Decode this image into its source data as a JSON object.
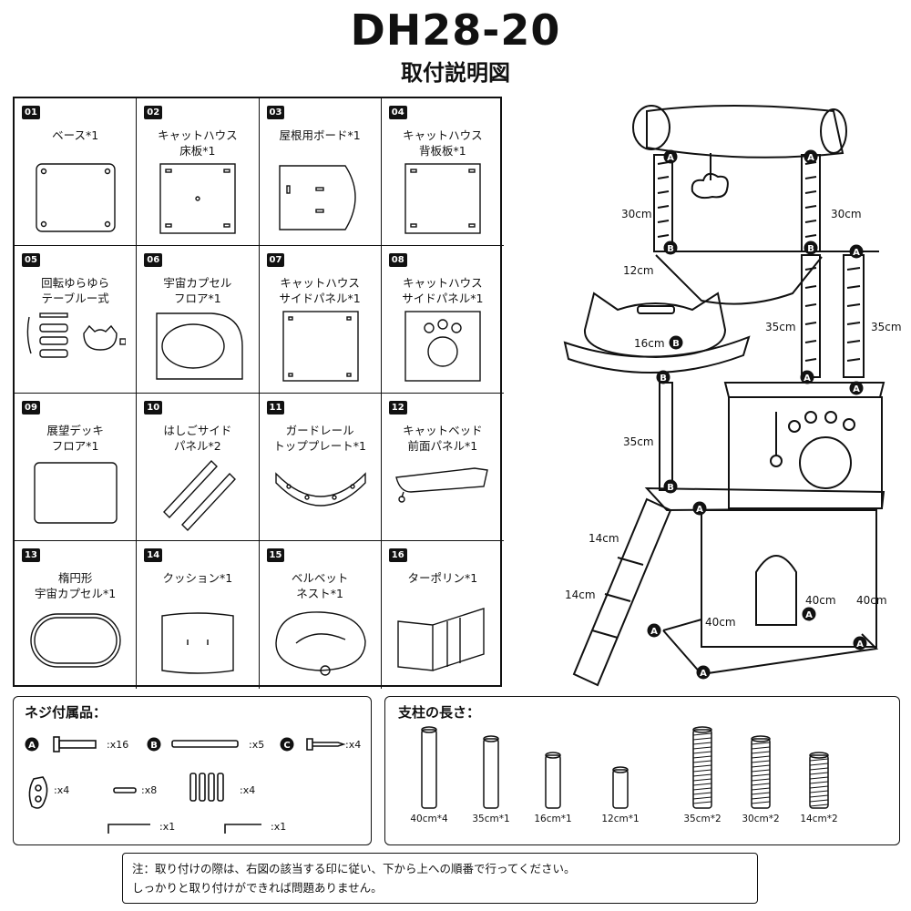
{
  "header": {
    "title": "DH28-20",
    "subtitle": "取付説明図"
  },
  "parts": [
    {
      "no": "01",
      "label": "ベース*1",
      "icon": "base-board"
    },
    {
      "no": "02",
      "label": "キャットハウス\n床板*1",
      "icon": "floor-board"
    },
    {
      "no": "03",
      "label": "屋根用ボード*1",
      "icon": "roof-board"
    },
    {
      "no": "04",
      "label": "キャットハウス\n背板板*1",
      "icon": "back-board"
    },
    {
      "no": "05",
      "label": "回転ゆらゆら\nテーブルー式",
      "icon": "swing-set"
    },
    {
      "no": "06",
      "label": "宇宙カプセル\nフロア*1",
      "icon": "capsule-floor"
    },
    {
      "no": "07",
      "label": "キャットハウス\nサイドパネル*1",
      "icon": "side-panel"
    },
    {
      "no": "08",
      "label": "キャットハウス\nサイドパネル*1",
      "icon": "paw-panel"
    },
    {
      "no": "09",
      "label": "展望デッキ\nフロア*1",
      "icon": "deck-floor"
    },
    {
      "no": "10",
      "label": "はしごサイド\nパネル*2",
      "icon": "ladder-sides"
    },
    {
      "no": "11",
      "label": "ガードレール\nトッププレート*1",
      "icon": "guard-rail"
    },
    {
      "no": "12",
      "label": "キャットベッド\n前面パネル*1",
      "icon": "bed-front"
    },
    {
      "no": "13",
      "label": "楕円形\n宇宙カプセル*1",
      "icon": "oval-capsule"
    },
    {
      "no": "14",
      "label": "クッション*1",
      "icon": "cushion"
    },
    {
      "no": "15",
      "label": "ベルベット\nネスト*1",
      "icon": "velvet-nest"
    },
    {
      "no": "16",
      "label": "ターポリン*1",
      "icon": "tarpaulin"
    }
  ],
  "diagram": {
    "dims": [
      "30cm",
      "30cm",
      "12cm",
      "35cm",
      "35cm",
      "16cm",
      "35cm",
      "14cm",
      "14cm",
      "40cm",
      "40cm",
      "40cm"
    ],
    "marker_a": "A",
    "marker_b": "B"
  },
  "hardware": {
    "title": "ネジ付属品：",
    "items": [
      {
        "marker": "A",
        "qty": ":x16",
        "icon": "bolt-icon"
      },
      {
        "marker": "B",
        "qty": ":x5",
        "icon": "threaded-rod-icon"
      },
      {
        "marker": "C",
        "qty": ":x4",
        "icon": "screw-icon"
      },
      {
        "marker": "",
        "qty": ":x4",
        "icon": "bracket-icon"
      },
      {
        "marker": "",
        "qty": ":x8",
        "icon": "dowel-icon"
      },
      {
        "marker": "",
        "qty": ":x4",
        "icon": "anchor-icon"
      },
      {
        "marker": "",
        "qty": ":x1",
        "icon": "hex-key-large-icon"
      },
      {
        "marker": "",
        "qty": ":x1",
        "icon": "hex-key-small-icon"
      }
    ]
  },
  "posts": {
    "title": "支柱の長さ：",
    "items": [
      {
        "label": "40cm*4",
        "type": "plain"
      },
      {
        "label": "35cm*1",
        "type": "plain"
      },
      {
        "label": "16cm*1",
        "type": "plain"
      },
      {
        "label": "12cm*1",
        "type": "plain"
      },
      {
        "label": "35cm*2",
        "type": "sisal"
      },
      {
        "label": "30cm*2",
        "type": "sisal"
      },
      {
        "label": "14cm*2",
        "type": "sisal"
      }
    ]
  },
  "note": {
    "line1": "注：取り付けの際は、右図の該当する印に従い、下から上への順番で行ってください。",
    "line2": "しっかりと取り付けができれば問題ありません。"
  }
}
